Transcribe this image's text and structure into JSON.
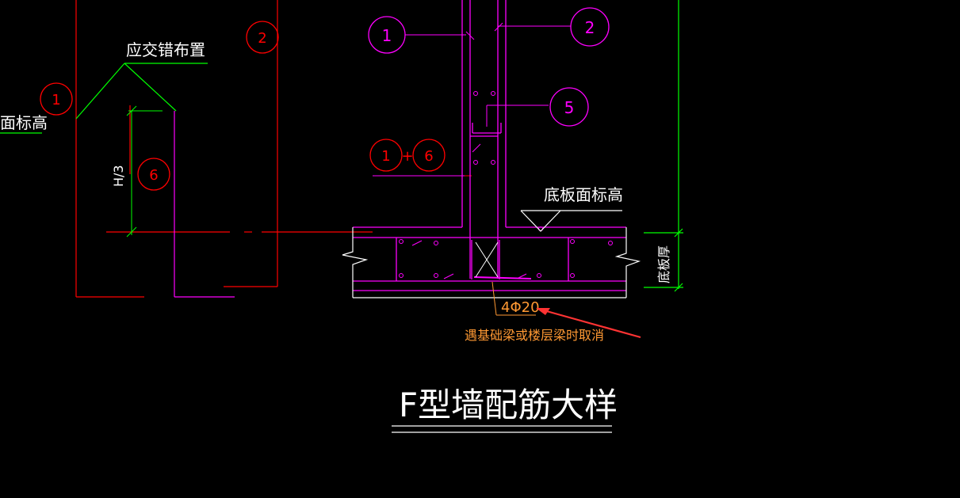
{
  "drawing": {
    "title": "F型墙配筋大样",
    "stagger_note": "应交错布置",
    "left_cut_label": "面标高",
    "height_label": "H/3",
    "slab_top_label": "底板面标高",
    "slab_thickness_label": "底板厚",
    "rebar_callout": "4Φ20",
    "rebar_note": "遇基础梁或楼层梁时取消",
    "bubbles": {
      "red_1": "1",
      "red_2": "2",
      "red_6": "6",
      "mag_1": "1",
      "mag_2": "2",
      "mag_5": "5",
      "combo_a": "1",
      "combo_plus": "+",
      "combo_b": "6"
    }
  },
  "colors": {
    "background": "#000000",
    "red": "#ff0000",
    "magenta": "#ff00ff",
    "green": "#00ff00",
    "white": "#ffffff",
    "orange": "#ff9933",
    "arrow": "#ff3333"
  }
}
